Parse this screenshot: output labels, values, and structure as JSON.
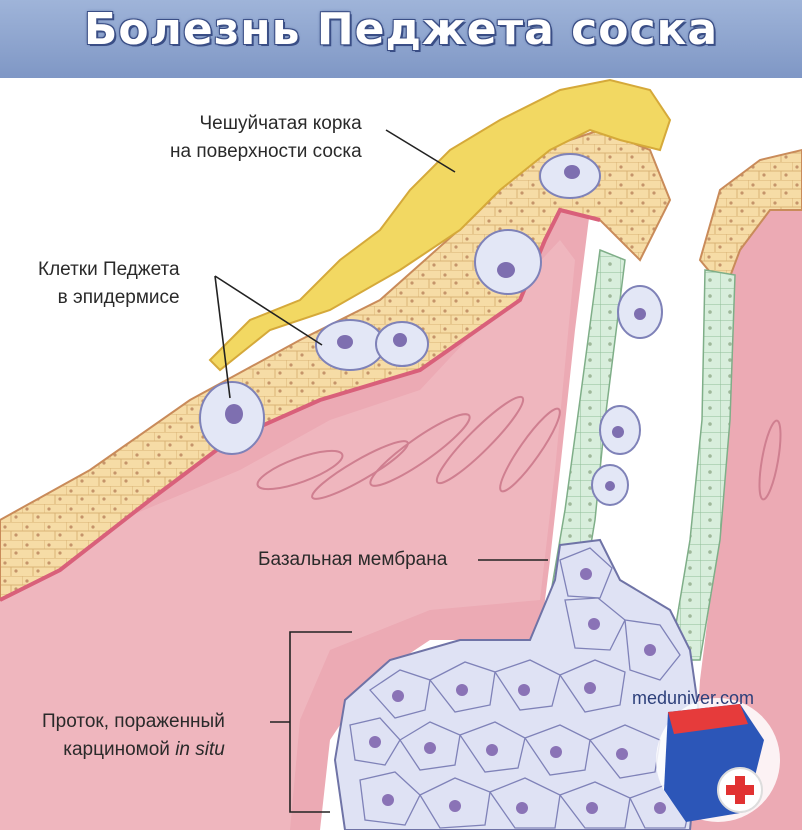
{
  "title": "Болезнь Педжета соска",
  "labels": {
    "crust": [
      "Чешуйчатая корка",
      "на поверхности соска"
    ],
    "paget_cells": [
      "Клетки Педжета",
      "в эпидермисе"
    ],
    "basal_membrane": "Базальная мембрана",
    "duct_line1": "Проток, пораженный",
    "duct_line2_prefix": "карциномой ",
    "duct_line2_italic": "in situ"
  },
  "watermark": "meduniver.com",
  "colors": {
    "banner": "#8aa2cf",
    "crust": "#f2d862",
    "epidermis": "#f6dca6",
    "dermis": "#ecaab4",
    "paget_cell": "#e3e7f6",
    "nucleus": "#7e6fb0",
    "duct_epithelium": "#d8eedc"
  }
}
